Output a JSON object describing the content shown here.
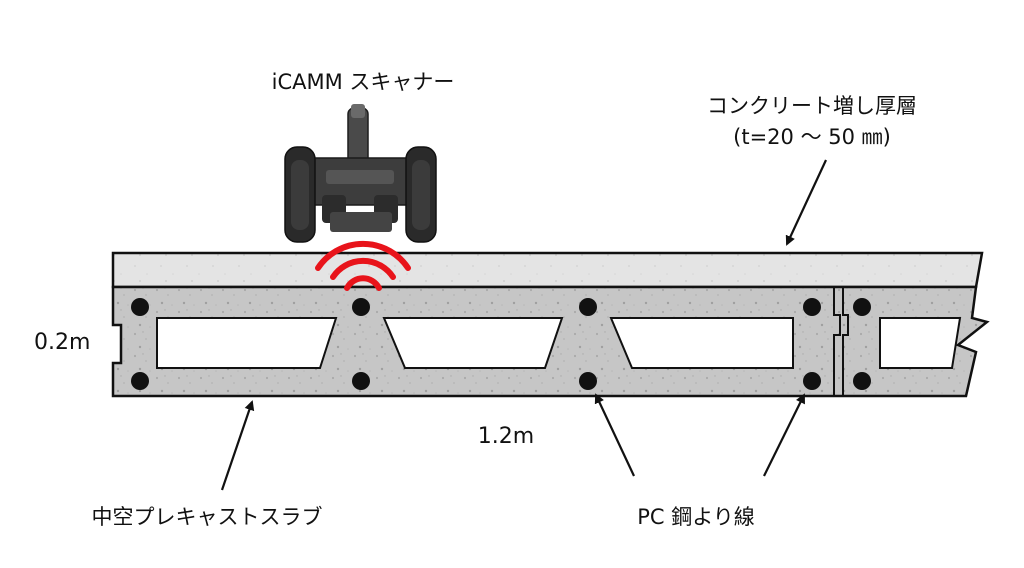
{
  "labels": {
    "scanner": "iCAMM スキャナー",
    "topping_layer": "コンクリート増し厚層",
    "topping_thickness": "(t=20 ～ 50 ㎜)",
    "slab_height": "0.2m",
    "slab_width": "1.2m",
    "hollow_slab": "中空プレキャストスラブ",
    "pc_strand": "PC 鋼より線"
  },
  "colors": {
    "concrete": "#c9c9c9",
    "topping": "#e6e6e6",
    "outline": "#111111",
    "signal": "#e8141b",
    "strand": "#111111",
    "scanner_body": "#3a3a3a"
  },
  "icons": {
    "scanner": "scanner-robot-icon",
    "signal": "radar-wave-icon"
  }
}
